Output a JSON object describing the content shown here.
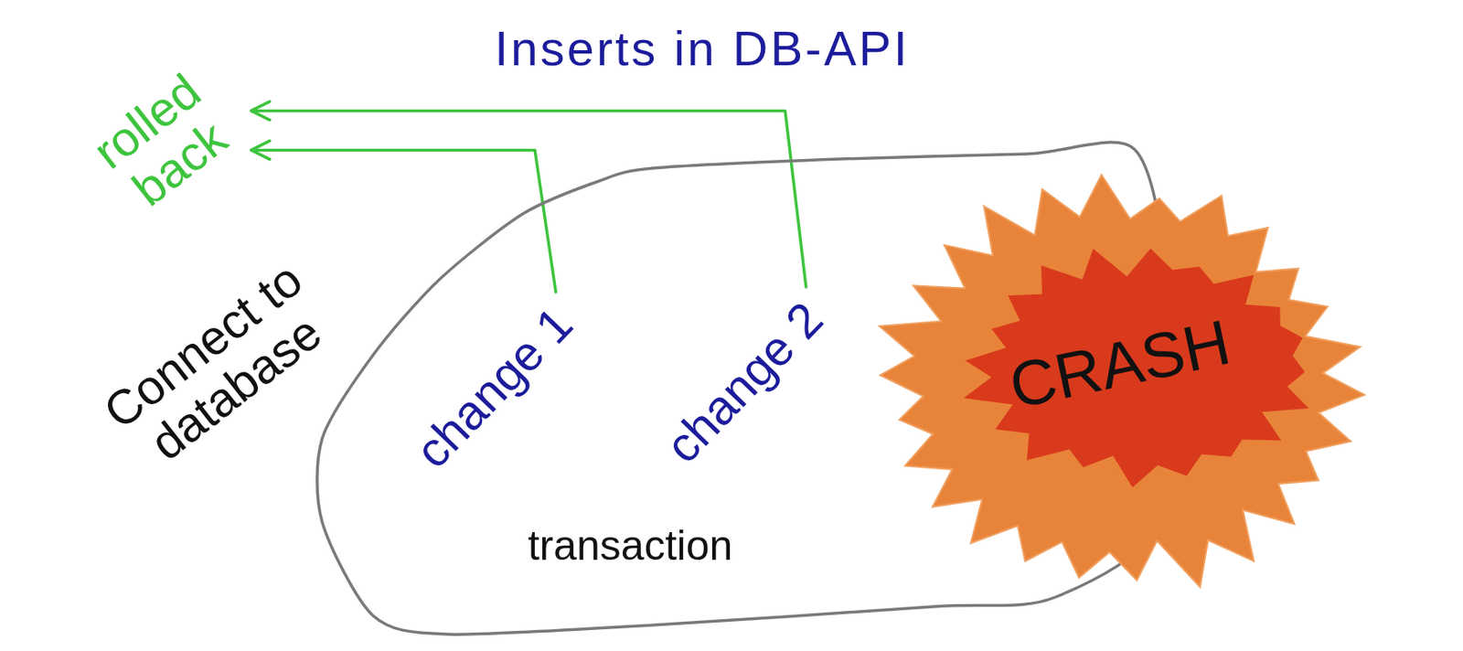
{
  "diagram": {
    "title": "Inserts in DB-API",
    "nodes": [
      {
        "text": [
          "rolled back"
        ]
      },
      {
        "text": [
          "transaction"
        ]
      },
      {
        "text": [
          "change 1"
        ],
        "in": 1
      },
      {
        "text": [
          "change 2"
        ],
        "in": 1
      },
      {
        "text": [
          "CRASH"
        ]
      }
    ],
    "edges": [
      {
        "from": 2,
        "to": 0,
        "arrow": "to"
      },
      {
        "from": 3,
        "to": 0,
        "arrow": "to"
      }
    ],
    "labels": [
      "Connect to database"
    ]
  }
}
